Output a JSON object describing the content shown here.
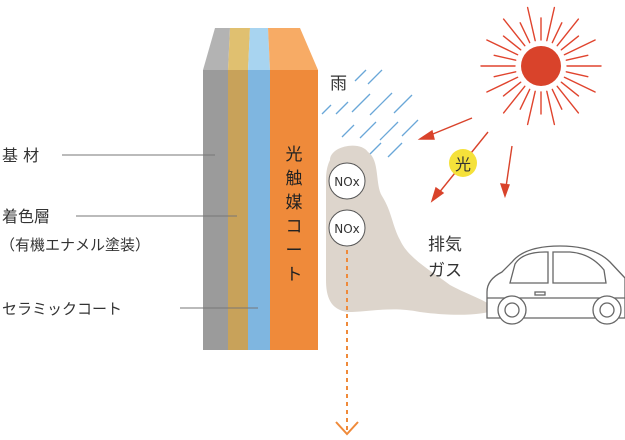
{
  "labels": {
    "substrate": "基 材",
    "colored_layer": "着色層",
    "colored_layer_sub": "（有機エナメル塗装）",
    "ceramic": "セラミックコート",
    "photocatalyst": "光触媒コート",
    "rain": "雨",
    "light": "光",
    "exhaust_line1": "排気",
    "exhaust_line2": "ガス",
    "nox_1": "NOx",
    "nox_2": "NOx"
  },
  "colors": {
    "substrate": "#9b9b9b",
    "colored_layer": "#c8a25a",
    "ceramic": "#7fb6e0",
    "photocatalyst": "#ef8a3a",
    "sun": "#d9432b",
    "sun_rays": "#e0442e",
    "light_badge": "#f5e13a",
    "rain": "#6aa7d8",
    "smoke": "#ddd5cc",
    "arrow_dotted": "#ef8a3a"
  },
  "icons": [
    "sun-icon",
    "car-icon",
    "rain-icon",
    "down-arrow-icon"
  ]
}
